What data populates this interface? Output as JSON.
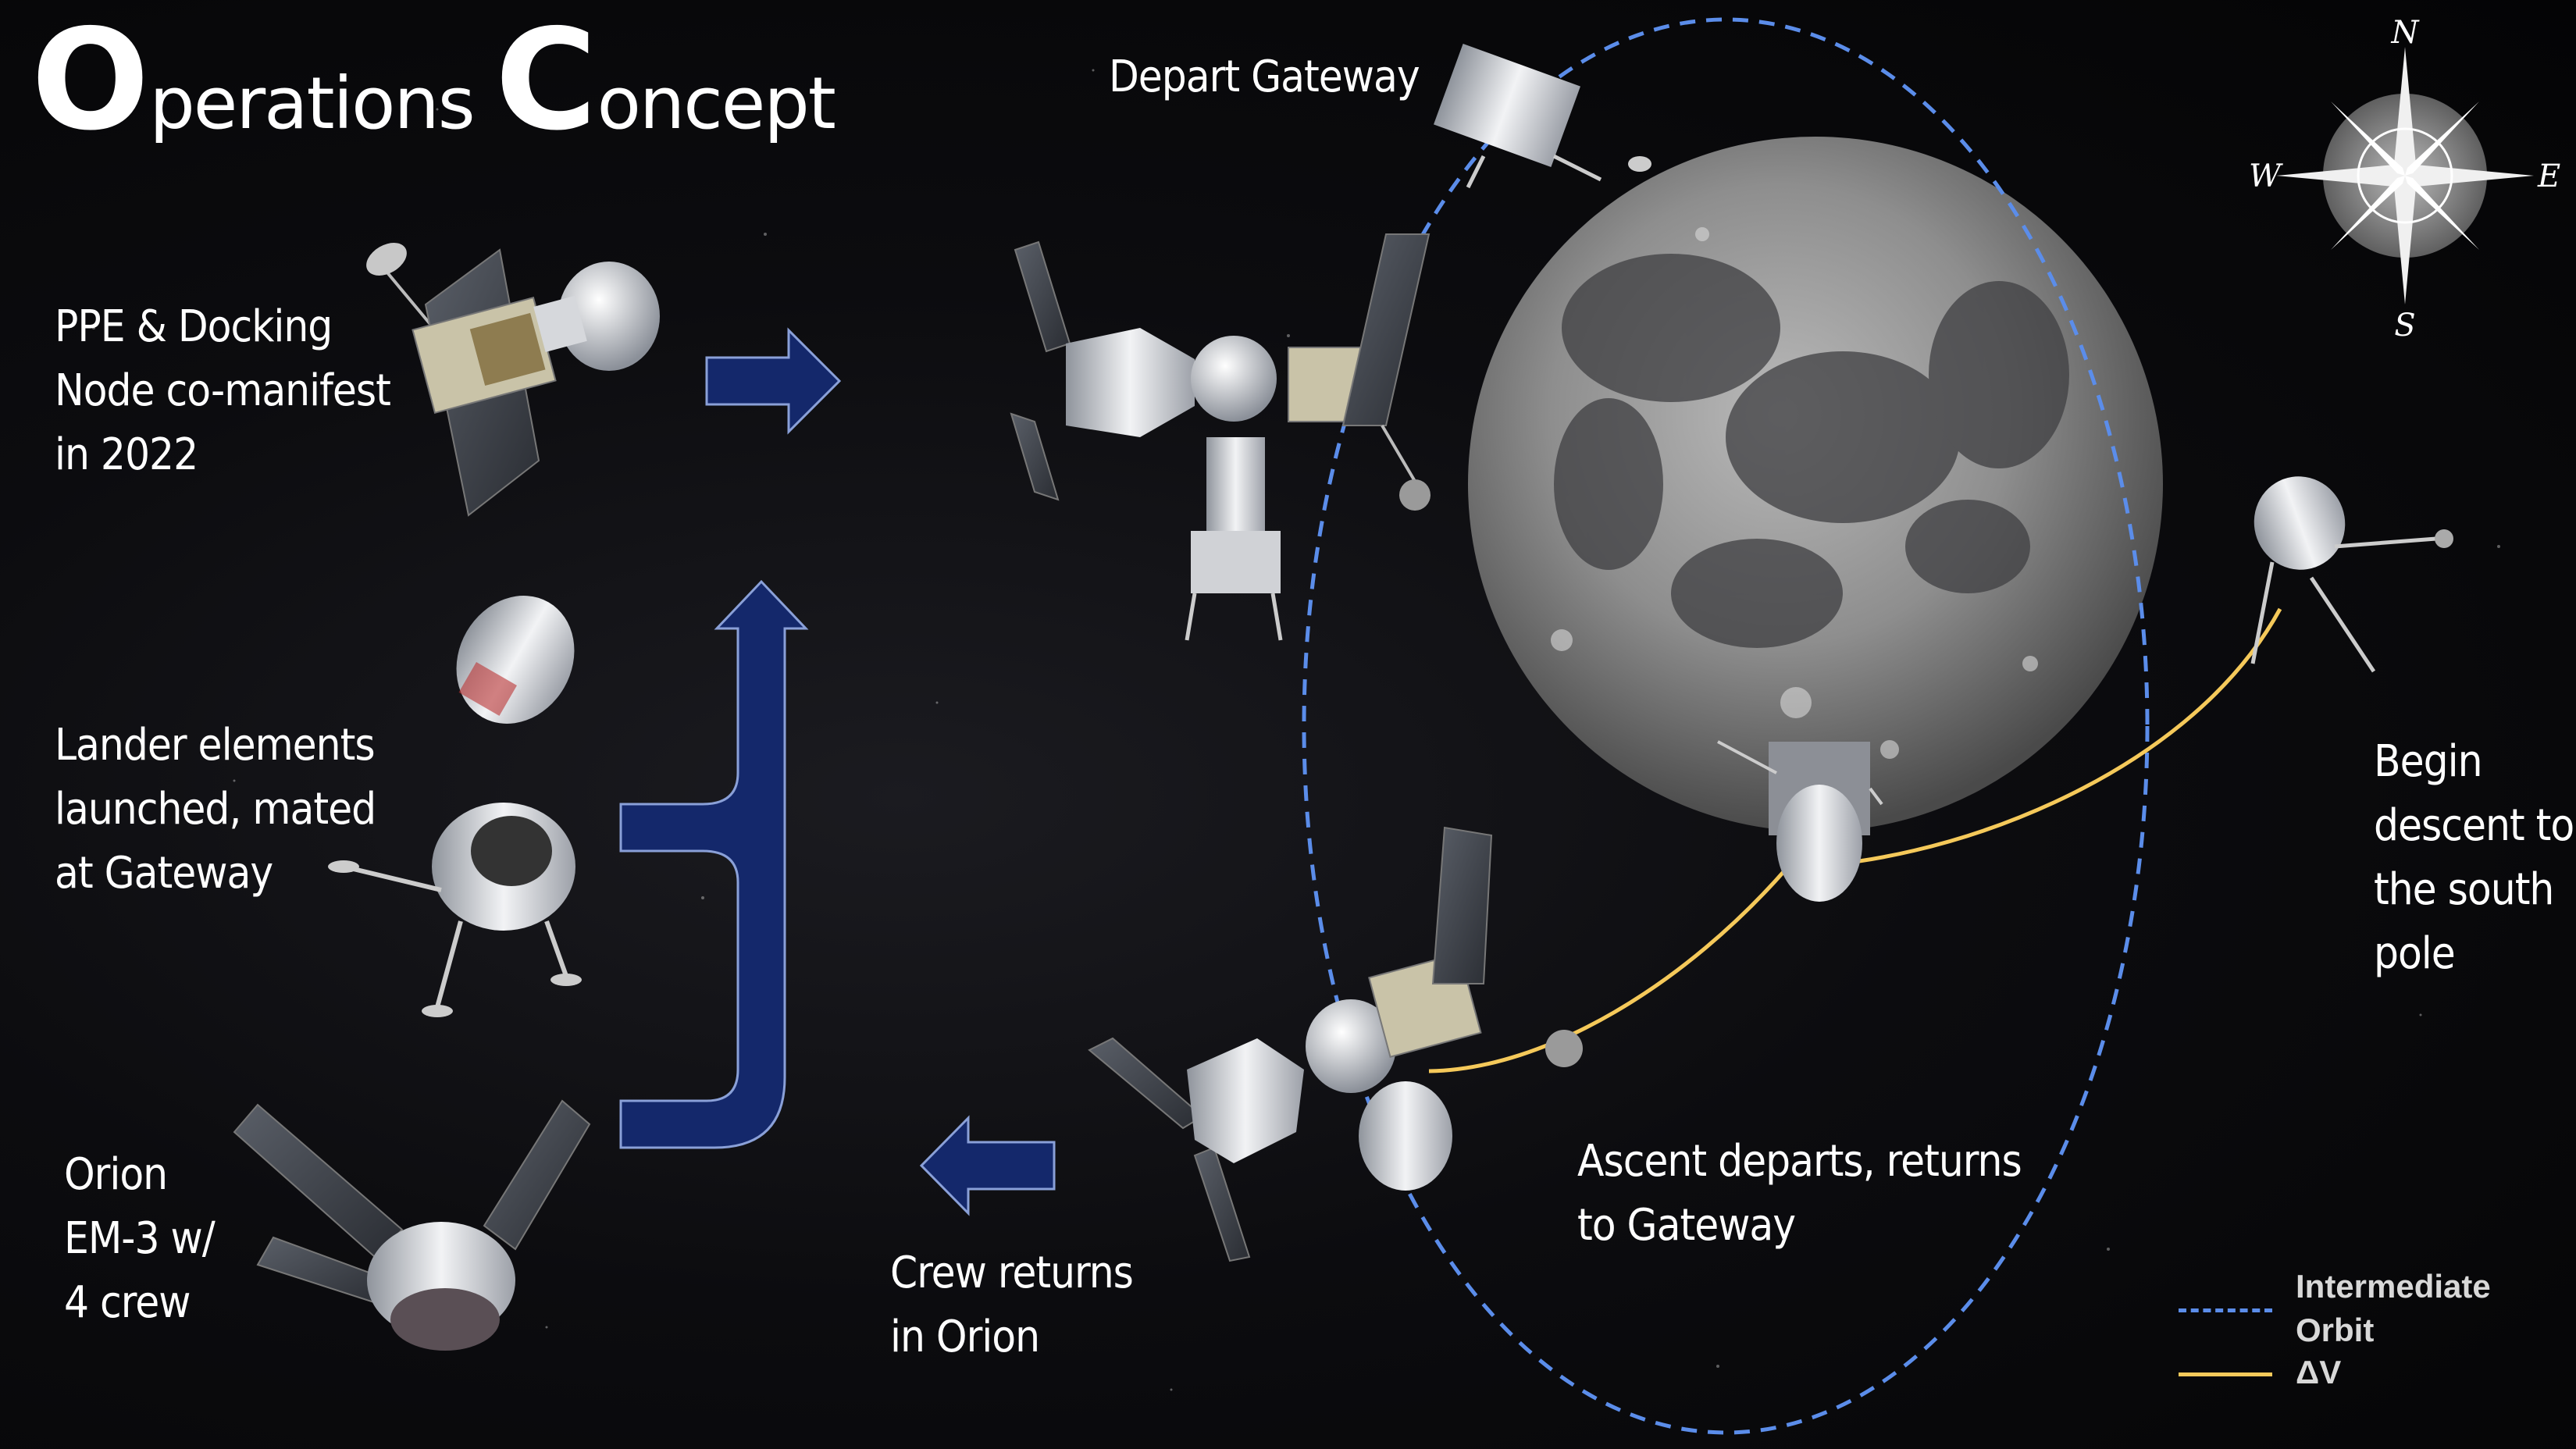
{
  "title": {
    "first_letter": "O",
    "first_rest": "perations",
    "second_letter": "C",
    "second_rest": "oncept"
  },
  "labels": {
    "depart_gateway": "Depart Gateway",
    "ppe": [
      "PPE & Docking",
      "Node co-manifest",
      "in 2022"
    ],
    "lander": [
      "Lander elements",
      "launched, mated",
      "at Gateway"
    ],
    "orion": [
      "Orion",
      "EM-3 w/",
      "4 crew"
    ],
    "crew_returns": [
      "Crew returns",
      "in Orion"
    ],
    "ascent": [
      "Ascent departs, returns",
      "to Gateway"
    ],
    "descent": [
      "Begin",
      "descent to",
      "the south",
      "pole"
    ]
  },
  "compass": {
    "north": "N",
    "south": "S",
    "east": "E",
    "west": "W"
  },
  "legend": {
    "orbit_label": [
      "Intermediate",
      "Orbit"
    ],
    "orbit_color": "#5b8dea",
    "dv_label": "ΔV",
    "dv_color": "#f5c95a"
  },
  "colors": {
    "arrow_fill": "#14286b",
    "arrow_stroke": "#8aa0d8",
    "background": "#0b0b0d"
  }
}
